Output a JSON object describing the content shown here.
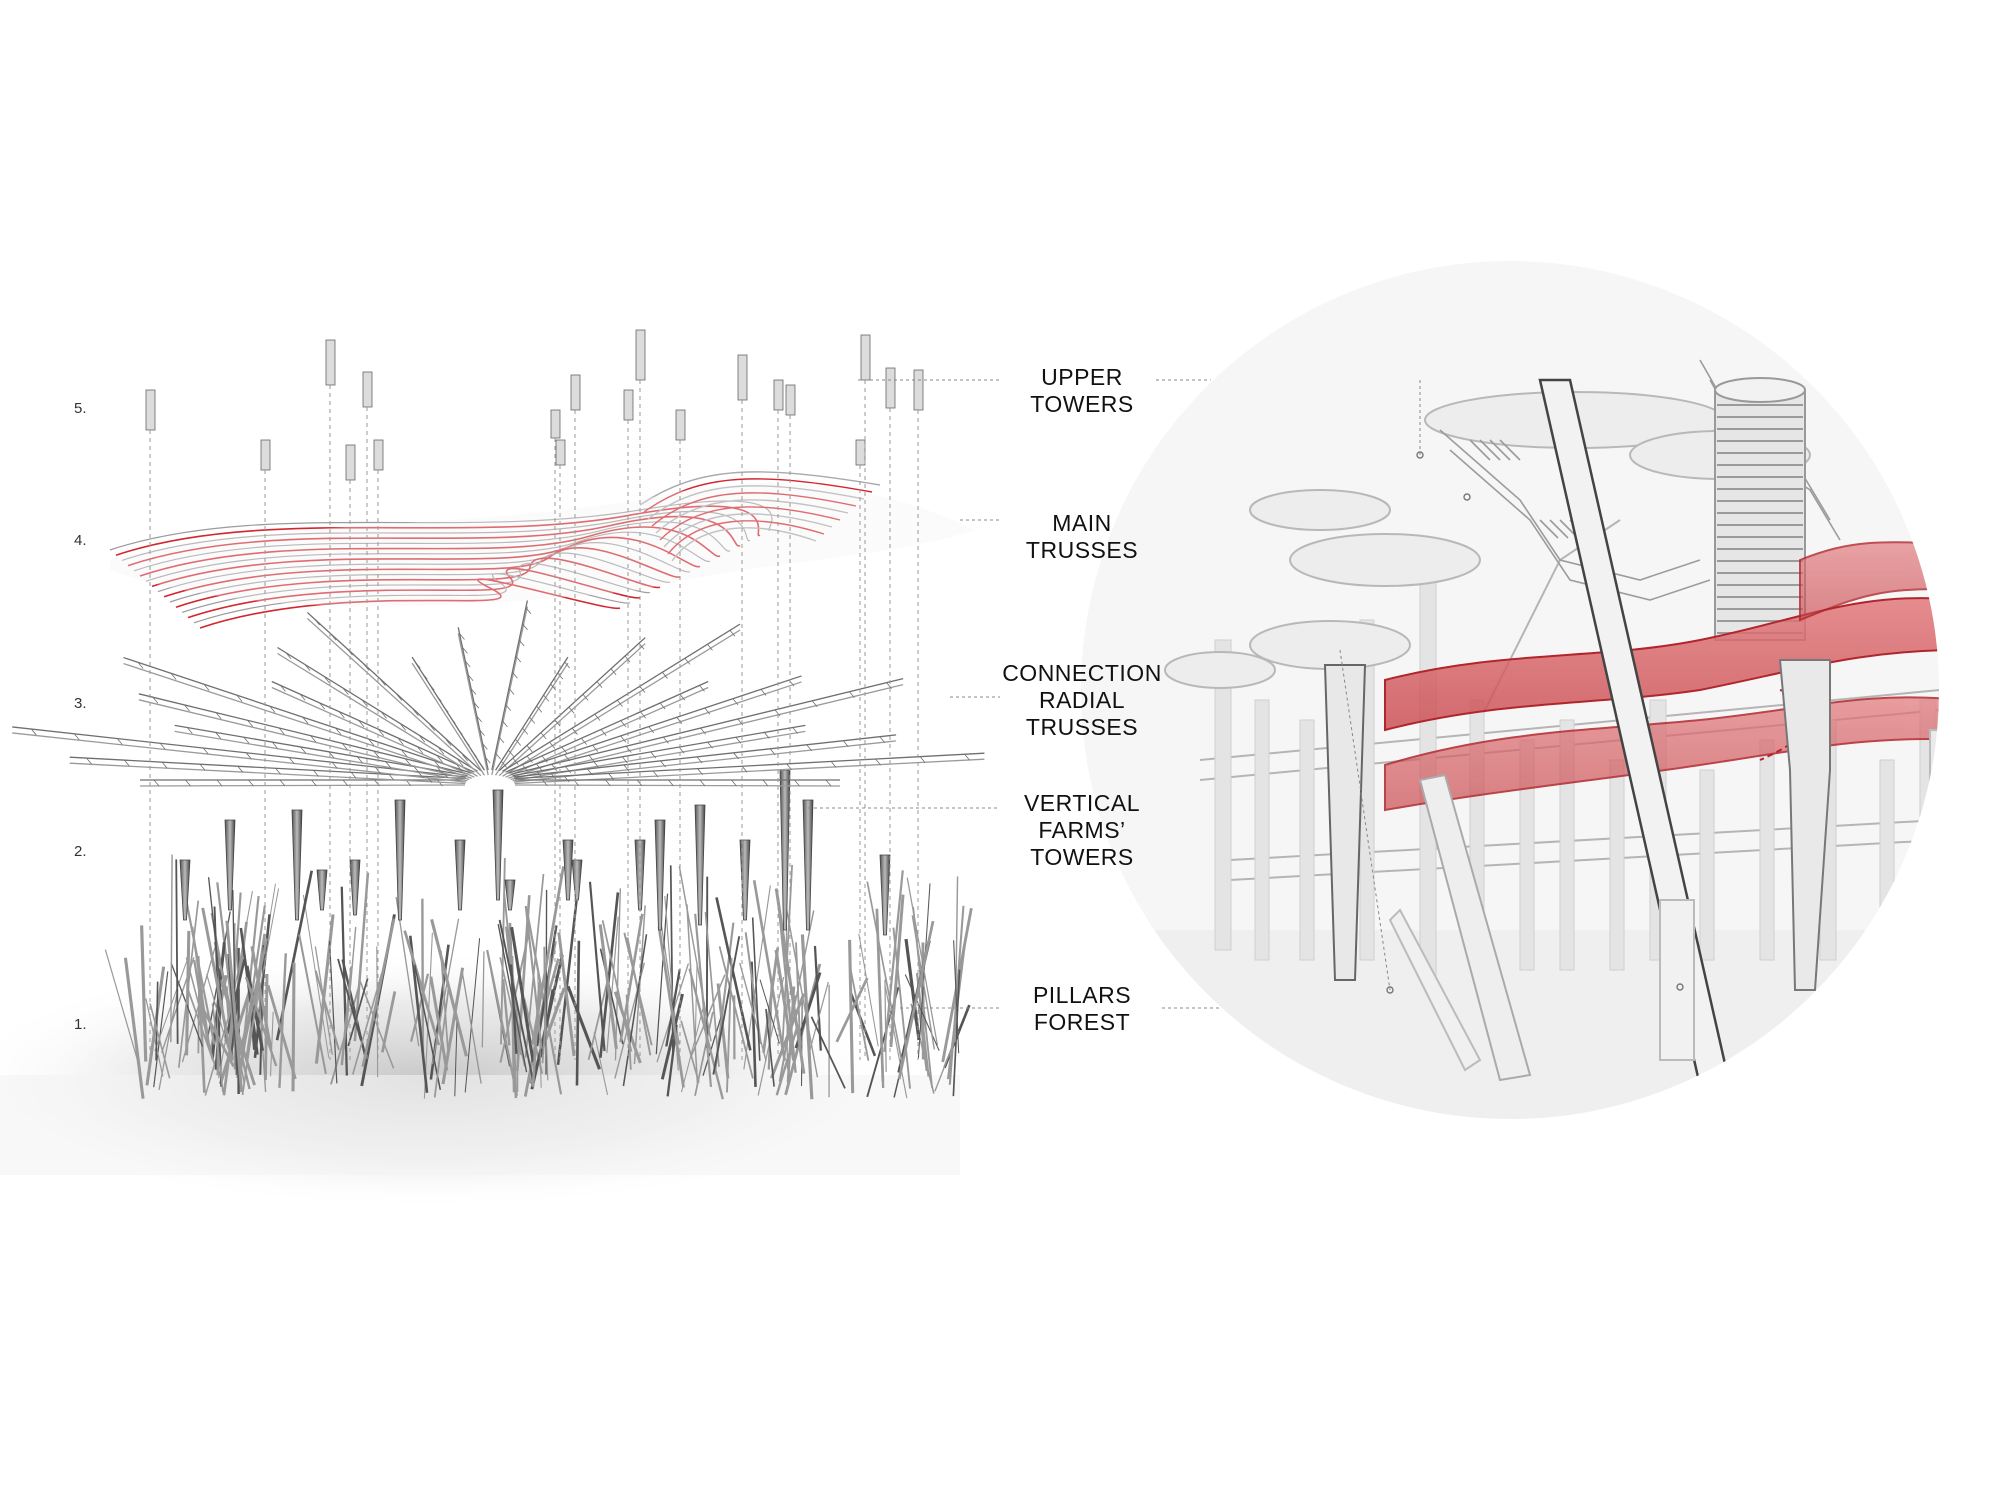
{
  "layer_numbers": [
    "1.",
    "2.",
    "3.",
    "4.",
    "5."
  ],
  "labels": [
    {
      "lines": [
        "UPPER",
        "TOWERS"
      ]
    },
    {
      "lines": [
        "MAIN",
        "TRUSSES"
      ]
    },
    {
      "lines": [
        "CONNECTION",
        "RADIAL",
        "TRUSSES"
      ]
    },
    {
      "lines": [
        "VERTICAL",
        "FARMS’",
        "TOWERS"
      ]
    },
    {
      "lines": [
        "PILLARS",
        "FOREST"
      ]
    }
  ],
  "colors": {
    "accent_red": "#d3262e",
    "line_gray": "#8a8a8a",
    "structure_gray": "#bdbdbd"
  }
}
